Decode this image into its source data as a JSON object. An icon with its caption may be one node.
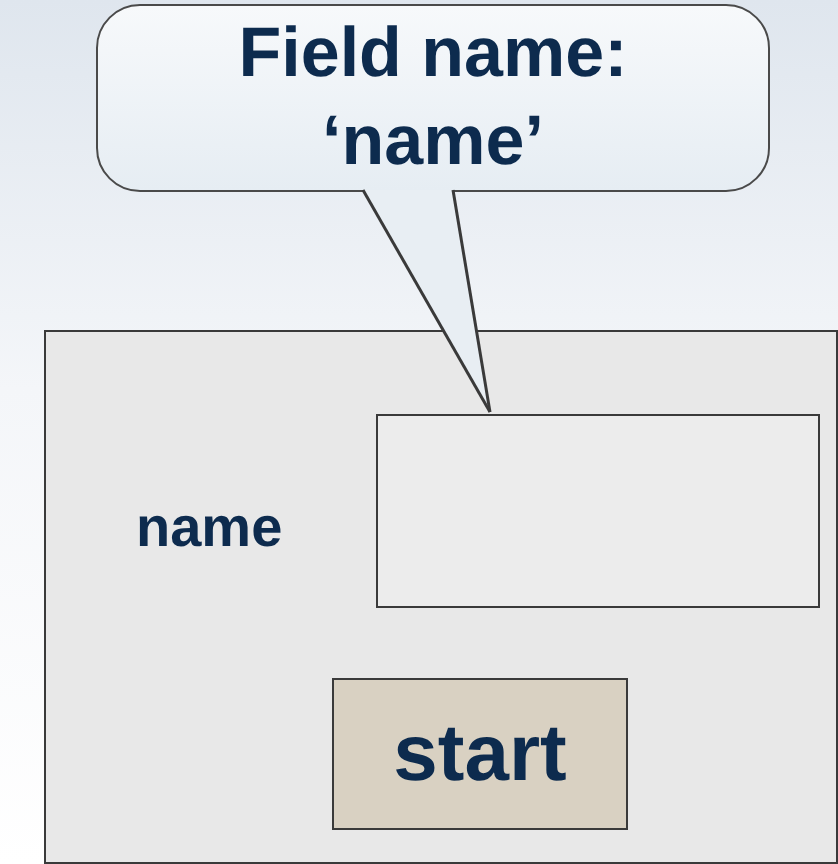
{
  "diagram": {
    "nodes": [
      {
        "text": [
          "Field name: ‘name’"
        ]
      },
      {
        "text": [],
        "shape": "box"
      },
      {
        "text": [],
        "shape": "box",
        "in": 1
      },
      {
        "text": [
          "start"
        ],
        "in": 1
      }
    ],
    "edges": [
      {
        "from": 0,
        "to": 2,
        "arrow": "none"
      }
    ],
    "labels": [
      "name"
    ]
  }
}
